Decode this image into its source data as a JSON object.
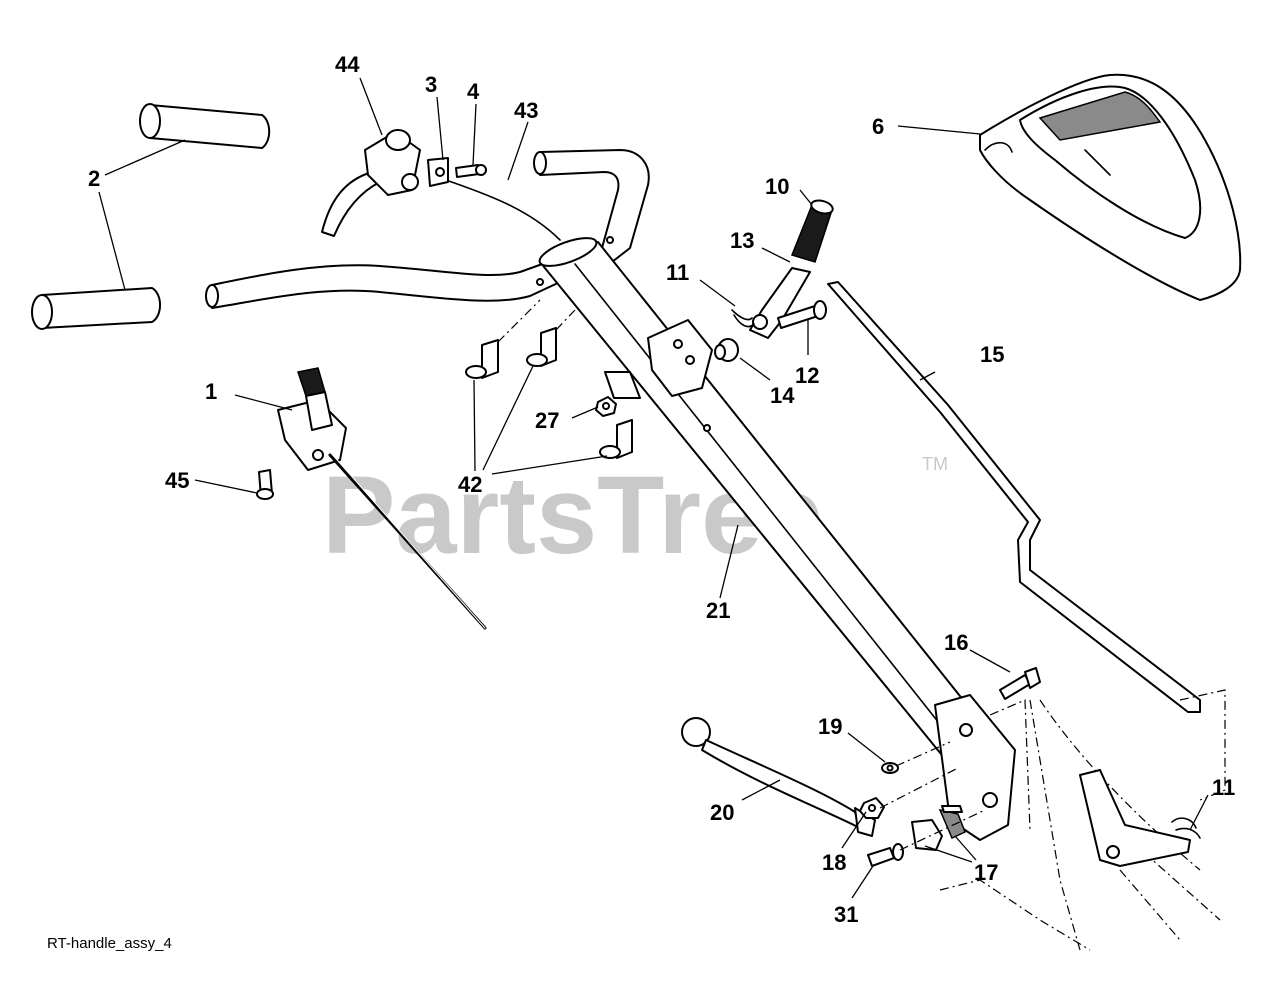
{
  "watermark": {
    "text": "PartsTree",
    "trademark": "TM"
  },
  "caption": "RT-handle_assy_4",
  "callouts": [
    {
      "id": "44",
      "text": "44"
    },
    {
      "id": "3",
      "text": "3"
    },
    {
      "id": "4",
      "text": "4"
    },
    {
      "id": "43",
      "text": "43"
    },
    {
      "id": "2a",
      "text": "2"
    },
    {
      "id": "2b",
      "text": "2"
    },
    {
      "id": "6",
      "text": "6"
    },
    {
      "id": "10",
      "text": "10"
    },
    {
      "id": "13",
      "text": "13"
    },
    {
      "id": "11a",
      "text": "11"
    },
    {
      "id": "12",
      "text": "12"
    },
    {
      "id": "14",
      "text": "14"
    },
    {
      "id": "15",
      "text": "15"
    },
    {
      "id": "1",
      "text": "1"
    },
    {
      "id": "27",
      "text": "27"
    },
    {
      "id": "45",
      "text": "45"
    },
    {
      "id": "42",
      "text": "42"
    },
    {
      "id": "21",
      "text": "21"
    },
    {
      "id": "16",
      "text": "16"
    },
    {
      "id": "19",
      "text": "19"
    },
    {
      "id": "20",
      "text": "20"
    },
    {
      "id": "11b",
      "text": "11"
    },
    {
      "id": "18",
      "text": "18"
    },
    {
      "id": "17",
      "text": "17"
    },
    {
      "id": "31",
      "text": "31"
    }
  ]
}
